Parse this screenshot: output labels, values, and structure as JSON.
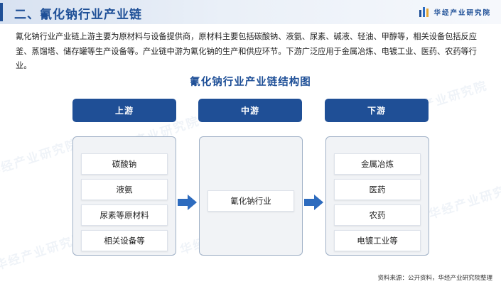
{
  "header": {
    "title": "二、氰化钠行业产业链",
    "brand": "华经产业研究院",
    "accent_color": "#1f4f96",
    "brand_icon": "bar-chart-icon"
  },
  "intro": {
    "text": "氰化钠行业产业链上游主要为原材料与设备提供商，原材料主要包括碳酸钠、液氨、尿素、碱液、轻油、甲醇等，相关设备包括反应釜、蒸馏塔、储存罐等生产设备等。产业链中游为氰化钠的生产和供应环节。下游广泛应用于金属冶炼、电镀工业、医药、农药等行业。"
  },
  "diagram": {
    "title": "氰化钠行业产业链结构图",
    "stages": [
      {
        "label": "上游",
        "items": [
          "碳酸钠",
          "液氨",
          "尿素等原材料",
          "相关设备等"
        ]
      },
      {
        "label": "中游",
        "items": [
          "氰化钠行业"
        ]
      },
      {
        "label": "下游",
        "items": [
          "金属冶炼",
          "医药",
          "农药",
          "电镀工业等"
        ]
      }
    ],
    "arrow_icon": "arrow-right-icon"
  },
  "watermark": "华经产业研究院",
  "source": "资料来源：公开资料，华经产业研究院整理"
}
